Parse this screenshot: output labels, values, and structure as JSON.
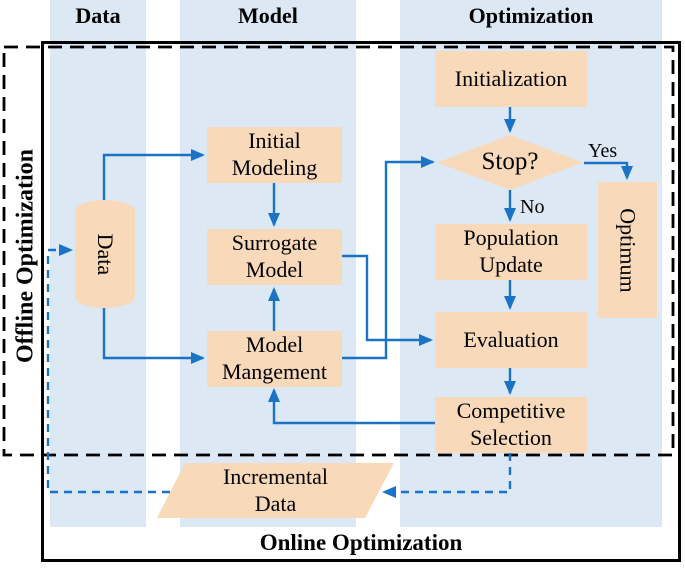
{
  "colors": {
    "node-fill": "#f8d9ba",
    "band-fill": "#dce8f4",
    "arrow": "#1a73c4",
    "ink": "#000000",
    "bg": "#ffffff"
  },
  "columns": [
    {
      "label": "Data"
    },
    {
      "label": "Model"
    },
    {
      "label": "Optimization"
    }
  ],
  "regions": {
    "offline_label": "Offline Optimization",
    "online_label": "Online Optimization"
  },
  "nodes": {
    "data": "Data",
    "initial_modeling": "Initial Modeling",
    "surrogate_model": "Surrogate Model",
    "model_management": "Model Mangement",
    "initialization": "Initialization",
    "stop": "Stop?",
    "population_update": "Population Update",
    "evaluation": "Evaluation",
    "competitive_selection": "Competitive Selection",
    "optimum": "Optimum",
    "incremental_data": "Incremental Data"
  },
  "edge_labels": {
    "yes": "Yes",
    "no": "No"
  },
  "edges": [
    {
      "from": "data",
      "to": "initial_modeling",
      "style": "solid"
    },
    {
      "from": "data",
      "to": "model_management",
      "style": "solid"
    },
    {
      "from": "initial_modeling",
      "to": "surrogate_model",
      "style": "solid"
    },
    {
      "from": "model_management",
      "to": "surrogate_model",
      "style": "solid"
    },
    {
      "from": "surrogate_model",
      "to": "evaluation",
      "style": "solid"
    },
    {
      "from": "model_management",
      "to": "stop",
      "style": "solid"
    },
    {
      "from": "initialization",
      "to": "stop",
      "style": "solid"
    },
    {
      "from": "stop",
      "to": "optimum",
      "style": "solid",
      "label": "Yes"
    },
    {
      "from": "stop",
      "to": "population_update",
      "style": "solid",
      "label": "No"
    },
    {
      "from": "population_update",
      "to": "evaluation",
      "style": "solid"
    },
    {
      "from": "evaluation",
      "to": "competitive_selection",
      "style": "solid"
    },
    {
      "from": "competitive_selection",
      "to": "model_management",
      "style": "solid"
    },
    {
      "from": "competitive_selection",
      "to": "incremental_data",
      "style": "dashed"
    },
    {
      "from": "incremental_data",
      "to": "data",
      "style": "dashed"
    }
  ]
}
